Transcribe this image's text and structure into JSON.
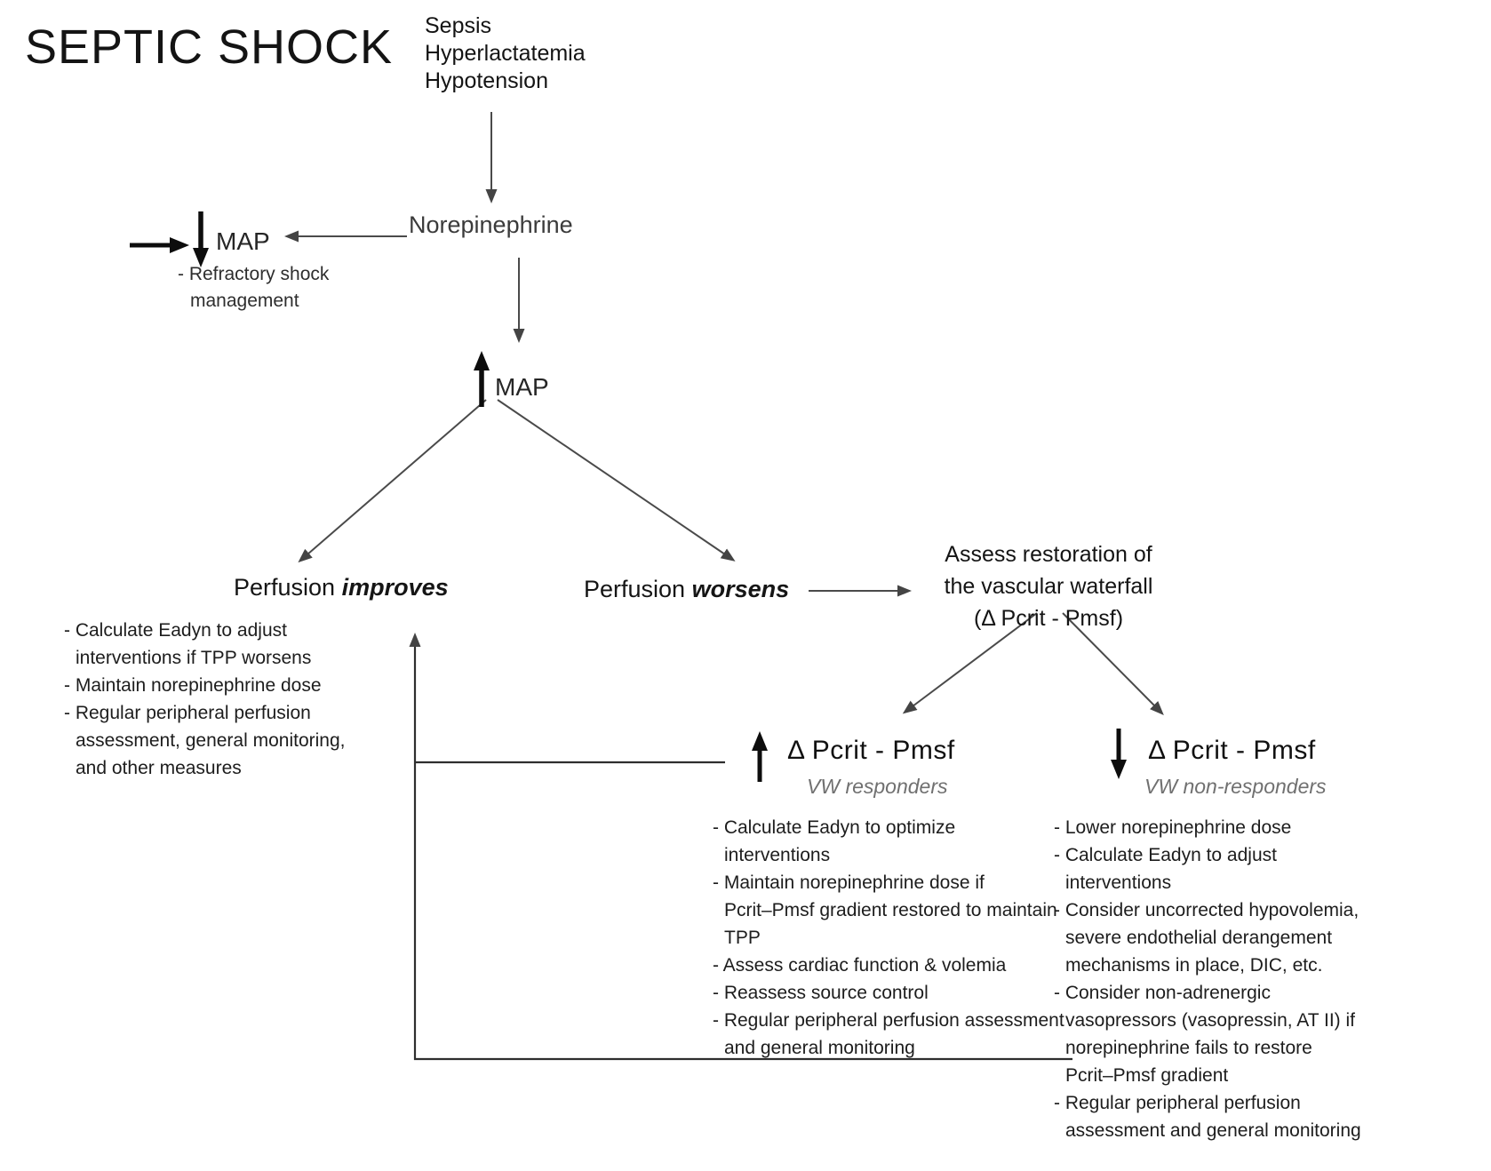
{
  "title": "SEPTIC SHOCK",
  "colors": {
    "text": "#1c1c1c",
    "muted_italic": "#707070",
    "connector_gray": "#4a4a4a",
    "feedback_dark": "#2e2e2e",
    "arrow_black": "#0d0d0d",
    "background": "#ffffff"
  },
  "start": {
    "conditions": "Sepsis\nHyperlactatemia\nHypotension"
  },
  "nodes": {
    "norepinephrine": "Norepinephrine",
    "map_left": {
      "arrow": "down-arrow",
      "label": "MAP",
      "note": "- Refractory shock\nmanagement"
    },
    "map_center": {
      "arrow": "up-arrow",
      "label": "MAP"
    },
    "improves": {
      "plain": "Perfusion",
      "bold": "improves"
    },
    "worsens": {
      "plain": "Perfusion",
      "bold": "worsens"
    },
    "assess": "Assess restoration of\nthe vascular waterfall\n(Δ Pcrit - Pmsf)",
    "responders": {
      "arrow": "up-arrow",
      "heading": "Δ Pcrit - Pmsf",
      "subheading": "VW responders"
    },
    "non_responders": {
      "arrow": "down-arrow",
      "heading": "Δ Pcrit - Pmsf",
      "subheading": "VW non-responders"
    }
  },
  "lists": {
    "improves": [
      "- Calculate Eadyn to adjust\ninterventions if TPP worsens",
      "- Maintain norepinephrine dose",
      "- Regular peripheral perfusion\nassessment, general monitoring,\nand other measures"
    ],
    "responders": [
      "- Calculate Eadyn to optimize\ninterventions",
      "- Maintain norepinephrine dose if\nPcrit–Pmsf gradient restored to maintain\nTPP",
      "- Assess cardiac function & volemia",
      "- Reassess source control",
      "- Regular peripheral perfusion assessment\nand general monitoring"
    ],
    "non_responders": [
      "- Lower norepinephrine dose",
      "- Calculate Eadyn to adjust\ninterventions",
      "- Consider uncorrected hypovolemia,\nsevere endothelial derangement\nmechanisms in place, DIC, etc.",
      "- Consider non-adrenergic\nvasopressors (vasopressin, AT II) if\nnorepinephrine fails to restore\nPcrit–Pmsf gradient",
      "- Regular peripheral perfusion\nassessment and general monitoring"
    ]
  }
}
